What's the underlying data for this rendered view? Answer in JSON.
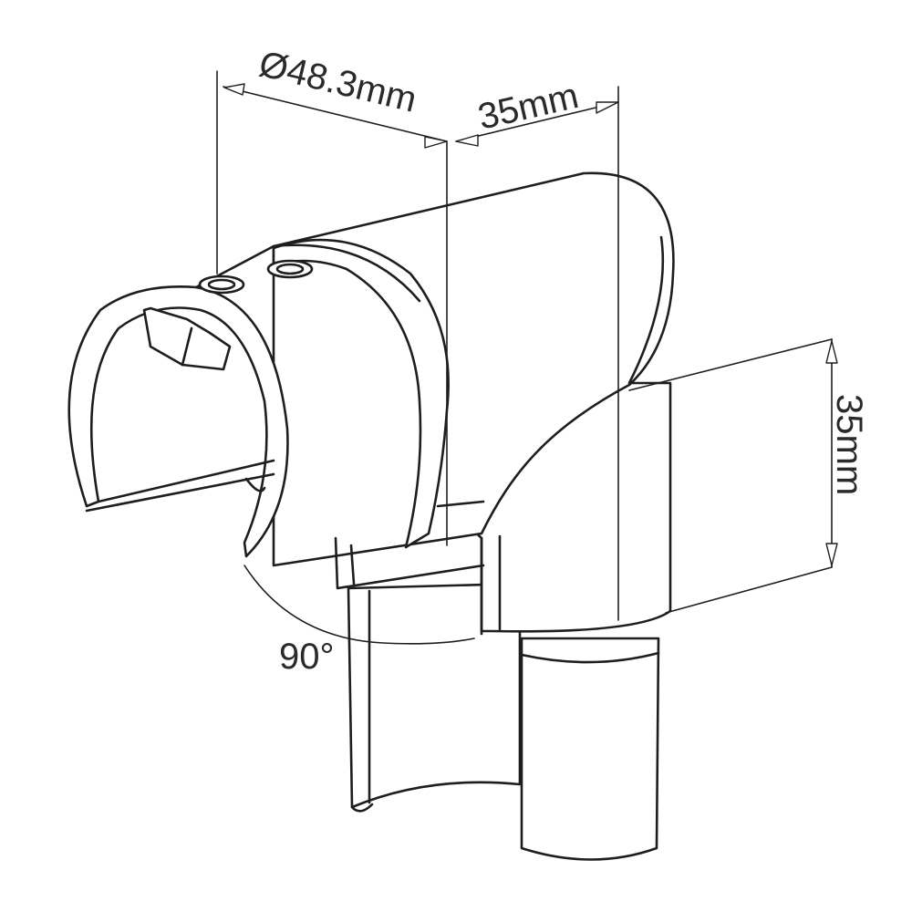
{
  "dimensions": {
    "diameter": "Ø48.3mm",
    "slot_width": "35mm",
    "drop_height": "35mm",
    "angle": "90°"
  },
  "colors": {
    "line": "#1e1e1e",
    "text": "#2a2a2a",
    "background": "#ffffff"
  }
}
